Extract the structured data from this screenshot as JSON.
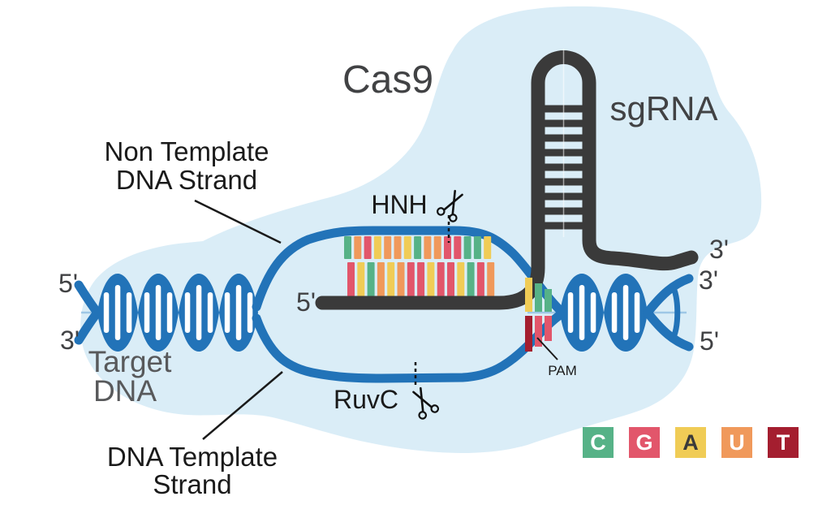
{
  "title_labels": {
    "cas9": "Cas9",
    "sgrna": "sgRNA"
  },
  "strand_labels": {
    "non_template_line1": "Non Template",
    "non_template_line2": "DNA Strand",
    "template_line1": "DNA Template",
    "template_line2": "Strand",
    "target_line1": "Target",
    "target_line2": "DNA"
  },
  "site_labels": {
    "hnh": "HNH",
    "ruvc": "RuvC",
    "pam": "PAM"
  },
  "terminal_labels": {
    "target_left_top": "5'",
    "target_left_bottom": "3'",
    "sgrna_5prime": "5'",
    "sgrna_3prime": "3'",
    "target_right_top": "3'",
    "target_right_bottom": "5'"
  },
  "legend": {
    "items": [
      {
        "letter": "C",
        "color": "#56b287",
        "letter_color": "#ffffff"
      },
      {
        "letter": "G",
        "color": "#e2566b",
        "letter_color": "#ffffff"
      },
      {
        "letter": "A",
        "color": "#f0cc56",
        "letter_color": "#3a3a3a"
      },
      {
        "letter": "U",
        "color": "#f0995b",
        "letter_color": "#ffffff"
      },
      {
        "letter": "T",
        "color": "#a41e2f",
        "letter_color": "#ffffff"
      }
    ]
  },
  "palette": {
    "C": "#56b287",
    "G": "#e2566b",
    "A": "#f0cc56",
    "U": "#f0995b",
    "T": "#a41e2f"
  },
  "hybrid": {
    "top_row": [
      "C",
      "U",
      "G",
      "A",
      "U",
      "U",
      "A",
      "C",
      "U",
      "U",
      "G",
      "G",
      "C",
      "C",
      "A"
    ],
    "bottom_row": [
      "G",
      "A",
      "C",
      "U",
      "A",
      "U",
      "G",
      "G",
      "A",
      "G",
      "G",
      "A",
      "C",
      "G",
      "U"
    ],
    "pam_top": [
      "A",
      "C",
      "C"
    ],
    "pam_bottom": [
      "T",
      "G",
      "G"
    ]
  },
  "structure": {
    "sgrna_stem_rungs": 9
  },
  "colors": {
    "protein_blob": "#daedf7",
    "dna_strand": "#2273b8",
    "helix_axis_line": "#9ec7e6",
    "sgrna_strand": "#3a3a3a",
    "label_black": "#1a1a1a",
    "label_dark_gray": "#414244",
    "target_dna_label": "#58595b",
    "background": "#ffffff"
  }
}
